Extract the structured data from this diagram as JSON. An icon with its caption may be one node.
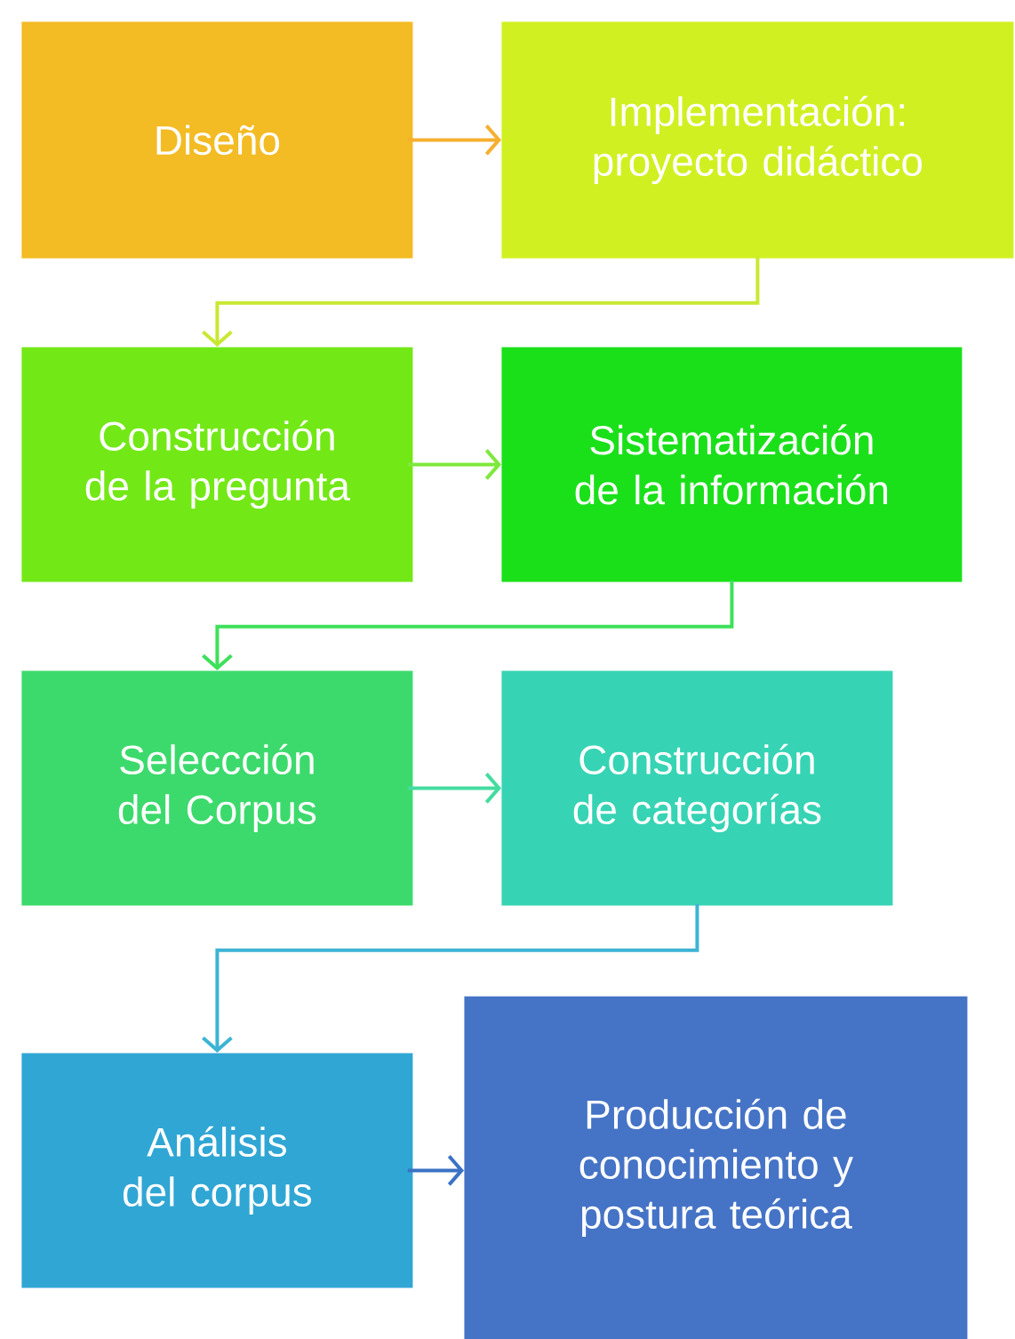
{
  "diagram": {
    "nodes": [
      {
        "text": [
          "Diseño"
        ]
      },
      {
        "text": [
          "Implementación: proyecto didáctico"
        ]
      },
      {
        "text": [
          "Construcción de la pregunta"
        ]
      },
      {
        "text": [
          "Sistematización de la información"
        ]
      },
      {
        "text": [
          "Seleccción del Corpus"
        ]
      },
      {
        "text": [
          "Construcción de categorías"
        ]
      },
      {
        "text": [
          "Análisis del corpus"
        ]
      },
      {
        "text": [
          "Producción de conocimiento y postura teórica"
        ]
      }
    ],
    "edges": [
      {
        "from": 0,
        "to": 1,
        "arrow": "to",
        "color": "#f5b030"
      },
      {
        "from": 1,
        "to": 2,
        "arrow": "to",
        "color": "#c8e832"
      },
      {
        "from": 2,
        "to": 3,
        "arrow": "to",
        "color": "#7ee83c"
      },
      {
        "from": 3,
        "to": 4,
        "arrow": "to",
        "color": "#3ee05a"
      },
      {
        "from": 4,
        "to": 5,
        "arrow": "to",
        "color": "#44dca0"
      },
      {
        "from": 5,
        "to": 6,
        "arrow": "to",
        "color": "#3cb4d4"
      },
      {
        "from": 6,
        "to": 7,
        "arrow": "to",
        "color": "#3a72c4"
      }
    ]
  }
}
